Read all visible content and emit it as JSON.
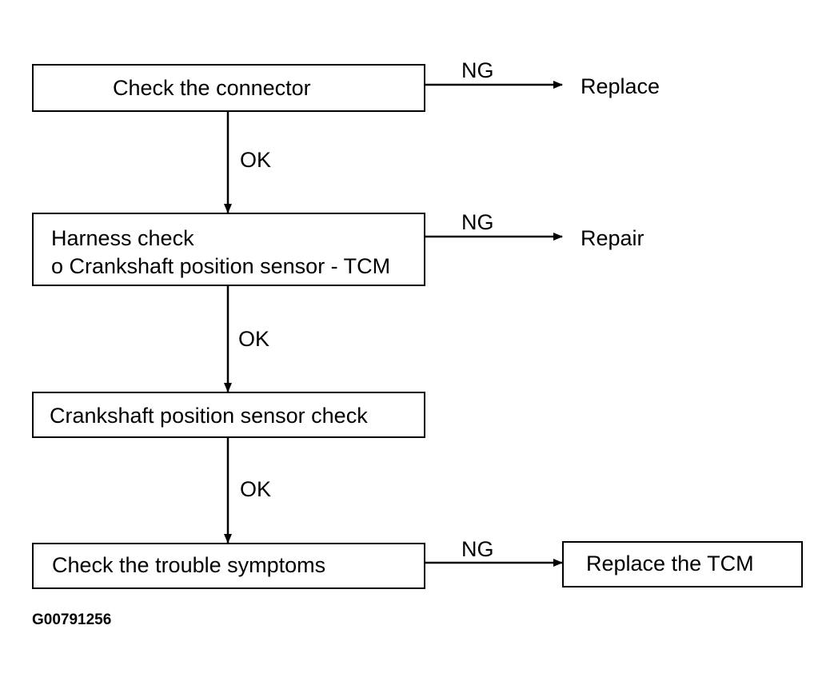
{
  "steps": [
    {
      "lines": [
        "Check the connector"
      ]
    },
    {
      "lines": [
        "Harness check",
        "o Crankshaft position sensor - TCM"
      ]
    },
    {
      "lines": [
        "Crankshaft position sensor check"
      ]
    },
    {
      "lines": [
        "Check the trouble symptoms"
      ]
    }
  ],
  "flow_labels": {
    "ok_1": "OK",
    "ok_2": "OK",
    "ok_3": "OK",
    "ng_1": "NG",
    "ng_2": "NG",
    "ng_3": "NG"
  },
  "outcomes": {
    "step1_ng": "Replace",
    "step2_ng": "Repair",
    "step4_ng": "Replace the TCM"
  },
  "figure_id": "G00791256",
  "colors": {
    "line": "#000000",
    "background": "#ffffff"
  }
}
